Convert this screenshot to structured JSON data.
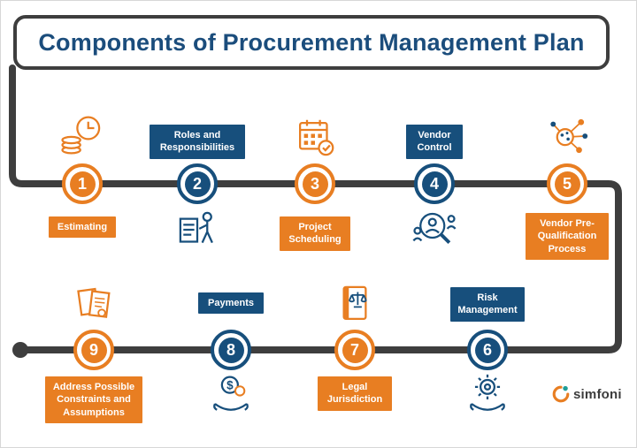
{
  "title": "Components of Procurement Management Plan",
  "colors": {
    "orange": "#e87e22",
    "navy": "#174f7c",
    "line": "#3e3e3e"
  },
  "items": [
    {
      "number": "1",
      "label": "Estimating",
      "icon": "coins-clock",
      "color": "orange"
    },
    {
      "number": "2",
      "label": "Roles and Responsibilities",
      "icon": "person-checklist",
      "color": "navy"
    },
    {
      "number": "3",
      "label": "Project Scheduling",
      "icon": "calendar-check",
      "color": "orange"
    },
    {
      "number": "4",
      "label": "Vendor Control",
      "icon": "vendor-search",
      "color": "navy"
    },
    {
      "number": "5",
      "label": "Vendor Pre-Qualification Process",
      "icon": "network-nodes",
      "color": "orange"
    },
    {
      "number": "6",
      "label": "Risk Management",
      "icon": "hand-gear",
      "color": "navy"
    },
    {
      "number": "7",
      "label": "Legal Jurisdiction",
      "icon": "legal-book",
      "color": "orange"
    },
    {
      "number": "8",
      "label": "Payments",
      "icon": "hand-coin",
      "color": "navy"
    },
    {
      "number": "9",
      "label": "Address Possible Constraints and Assumptions",
      "icon": "documents",
      "color": "orange"
    }
  ],
  "logo": {
    "text": "simfoni"
  }
}
